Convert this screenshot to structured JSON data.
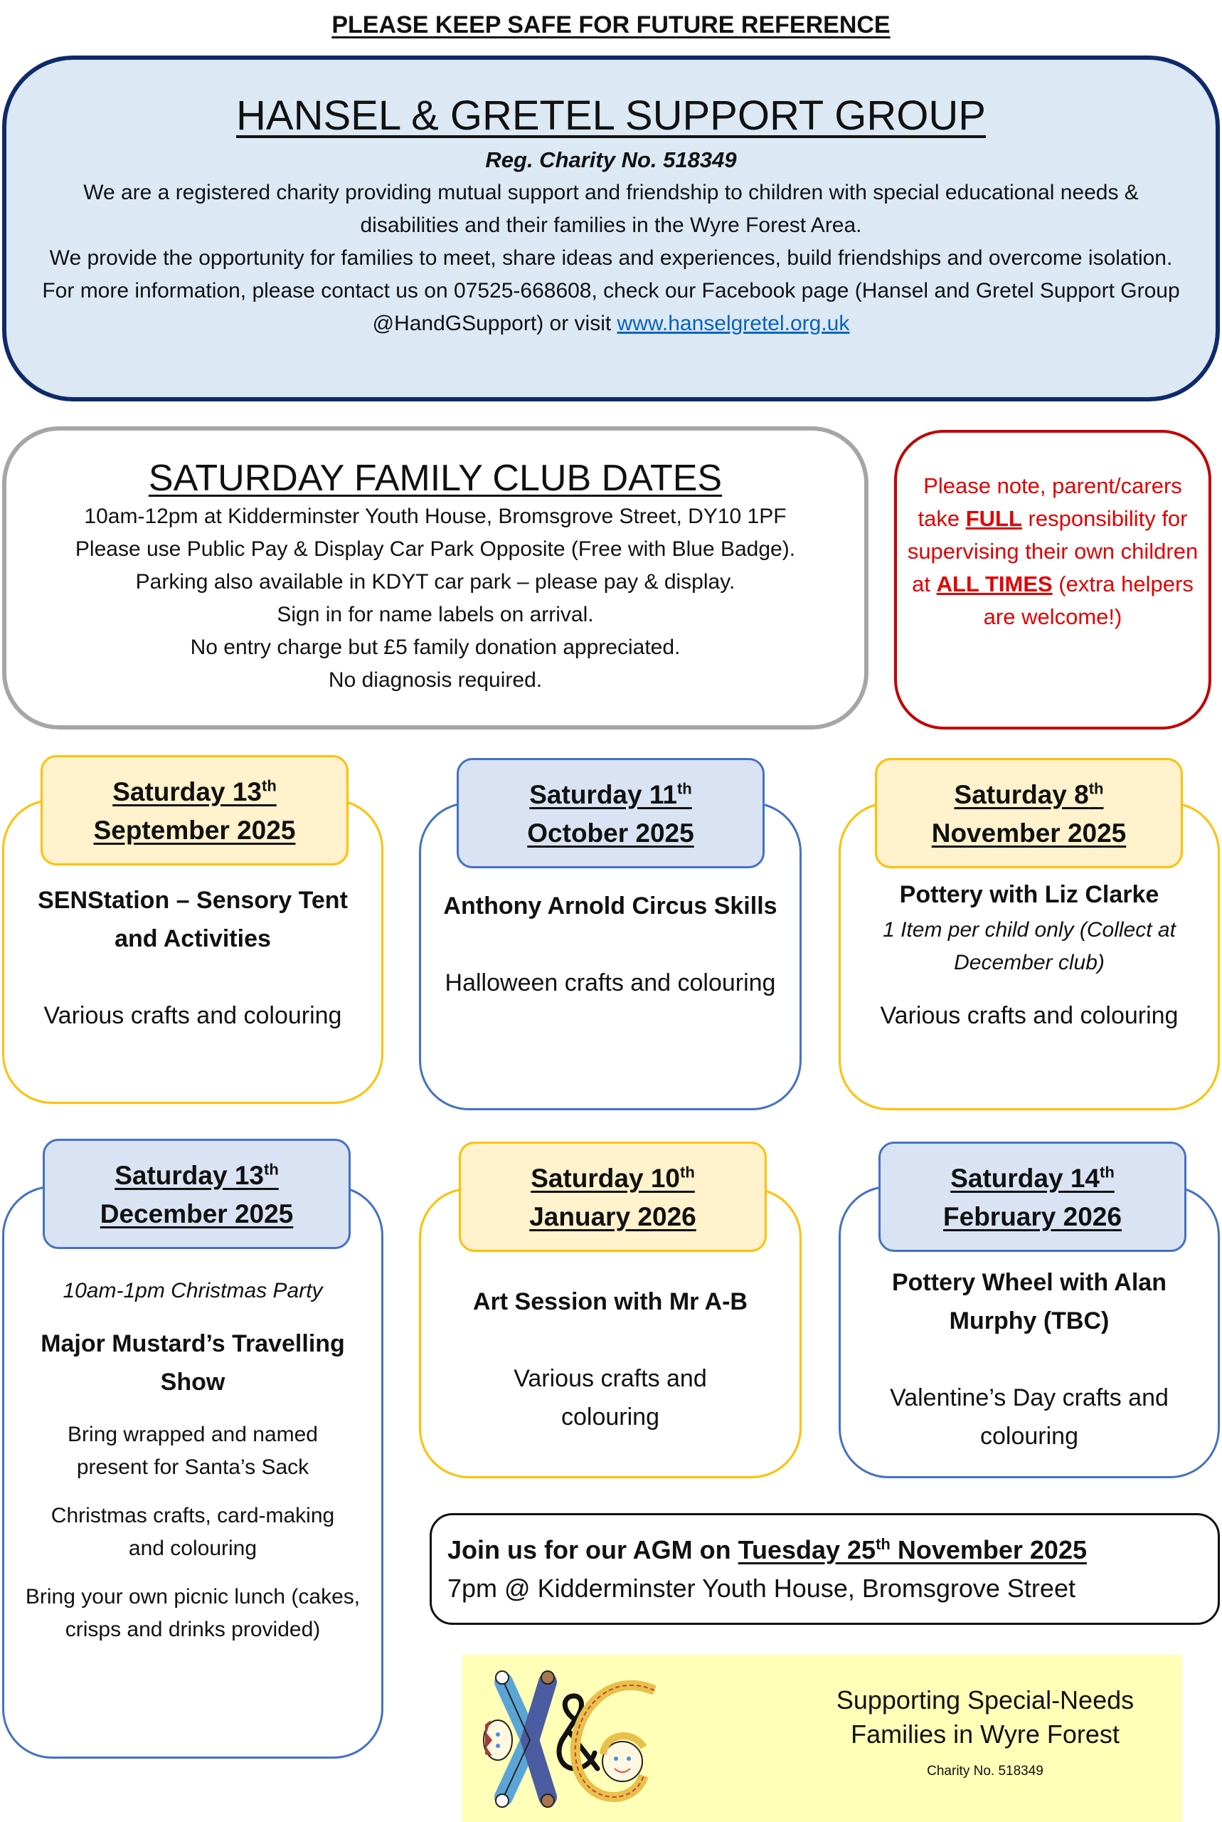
{
  "header_note": "PLEASE KEEP SAFE FOR FUTURE REFERENCE",
  "group": {
    "title": "HANSEL & GRETEL SUPPORT GROUP",
    "reg": "Reg. Charity No. 518349",
    "para1": "We are a registered charity providing mutual support and friendship to children with special educational needs & disabilities and their families in the Wyre Forest Area.",
    "para2": "We provide the opportunity for families to meet, share ideas and experiences, build friendships and overcome isolation.",
    "para3": "For more information, please contact us on 07525-668608, check our Facebook page (Hansel and Gretel Support Group @HandGSupport) or visit ",
    "link": "www.hanselgretel.org.uk"
  },
  "club": {
    "title": "SATURDAY FAMILY CLUB DATES",
    "lines": [
      "10am-12pm at Kidderminster Youth House, Bromsgrove Street, DY10 1PF",
      "Please use Public Pay & Display Car Park Opposite (Free with Blue Badge).",
      "Parking also available in KDYT car park – please pay & display.",
      "Sign in for name labels on arrival.",
      "No entry charge but £5 family donation appreciated.",
      "No diagnosis required."
    ]
  },
  "note": {
    "a": "Please note, parent/carers take ",
    "full": "FULL",
    "b": " responsibility for supervising their own children at ",
    "all": "ALL TIMES",
    "c": " (extra helpers are welcome!)"
  },
  "events": [
    {
      "day": "Saturday 13",
      "sup": "th",
      "month": "September 2025",
      "title": "SENStation – Sensory Tent and Activities",
      "desc": "Various crafts and colouring"
    },
    {
      "day": "Saturday 11",
      "sup": "th",
      "month": "October 2025",
      "title": "Anthony Arnold Circus Skills",
      "desc": "Halloween crafts and colouring"
    },
    {
      "day": "Saturday 8",
      "sup": "th",
      "month": "November 2025",
      "title": "Pottery with Liz Clarke",
      "note": "1 Item per child only (Collect at December club)",
      "desc": "Various crafts and colouring"
    },
    {
      "day": "Saturday 13",
      "sup": "th",
      "month": "December 2025",
      "note": "10am-1pm Christmas Party",
      "title": "Major Mustard’s Travelling Show",
      "extra": [
        "Bring wrapped and named present for Santa’s Sack",
        "Christmas crafts, card-making and colouring",
        "Bring your own picnic lunch (cakes, crisps and drinks provided)"
      ]
    },
    {
      "day": "Saturday 10",
      "sup": "th",
      "month": "January 2026",
      "title": "Art Session with Mr A-B",
      "desc": "Various crafts and colouring"
    },
    {
      "day": "Saturday 14",
      "sup": "th",
      "month": "February 2026",
      "title": "Pottery Wheel with Alan Murphy (TBC)",
      "desc": "Valentine’s Day crafts and colouring"
    }
  ],
  "agm": {
    "pre": "Join us for our AGM on ",
    "date": "Tuesday 25",
    "sup": "th",
    "date2": " November 2025",
    "line2": "7pm @ Kidderminster Youth House, Bromsgrove Street"
  },
  "logo": {
    "letters": "H&G",
    "tagline": "Supporting Special-Needs Families in Wyre Forest",
    "charity": "Charity No. 518349"
  },
  "colors": {
    "navy": "#0e2a6b",
    "red": "#c00000",
    "yellow": "#ffc000",
    "blue": "#4472c4"
  }
}
